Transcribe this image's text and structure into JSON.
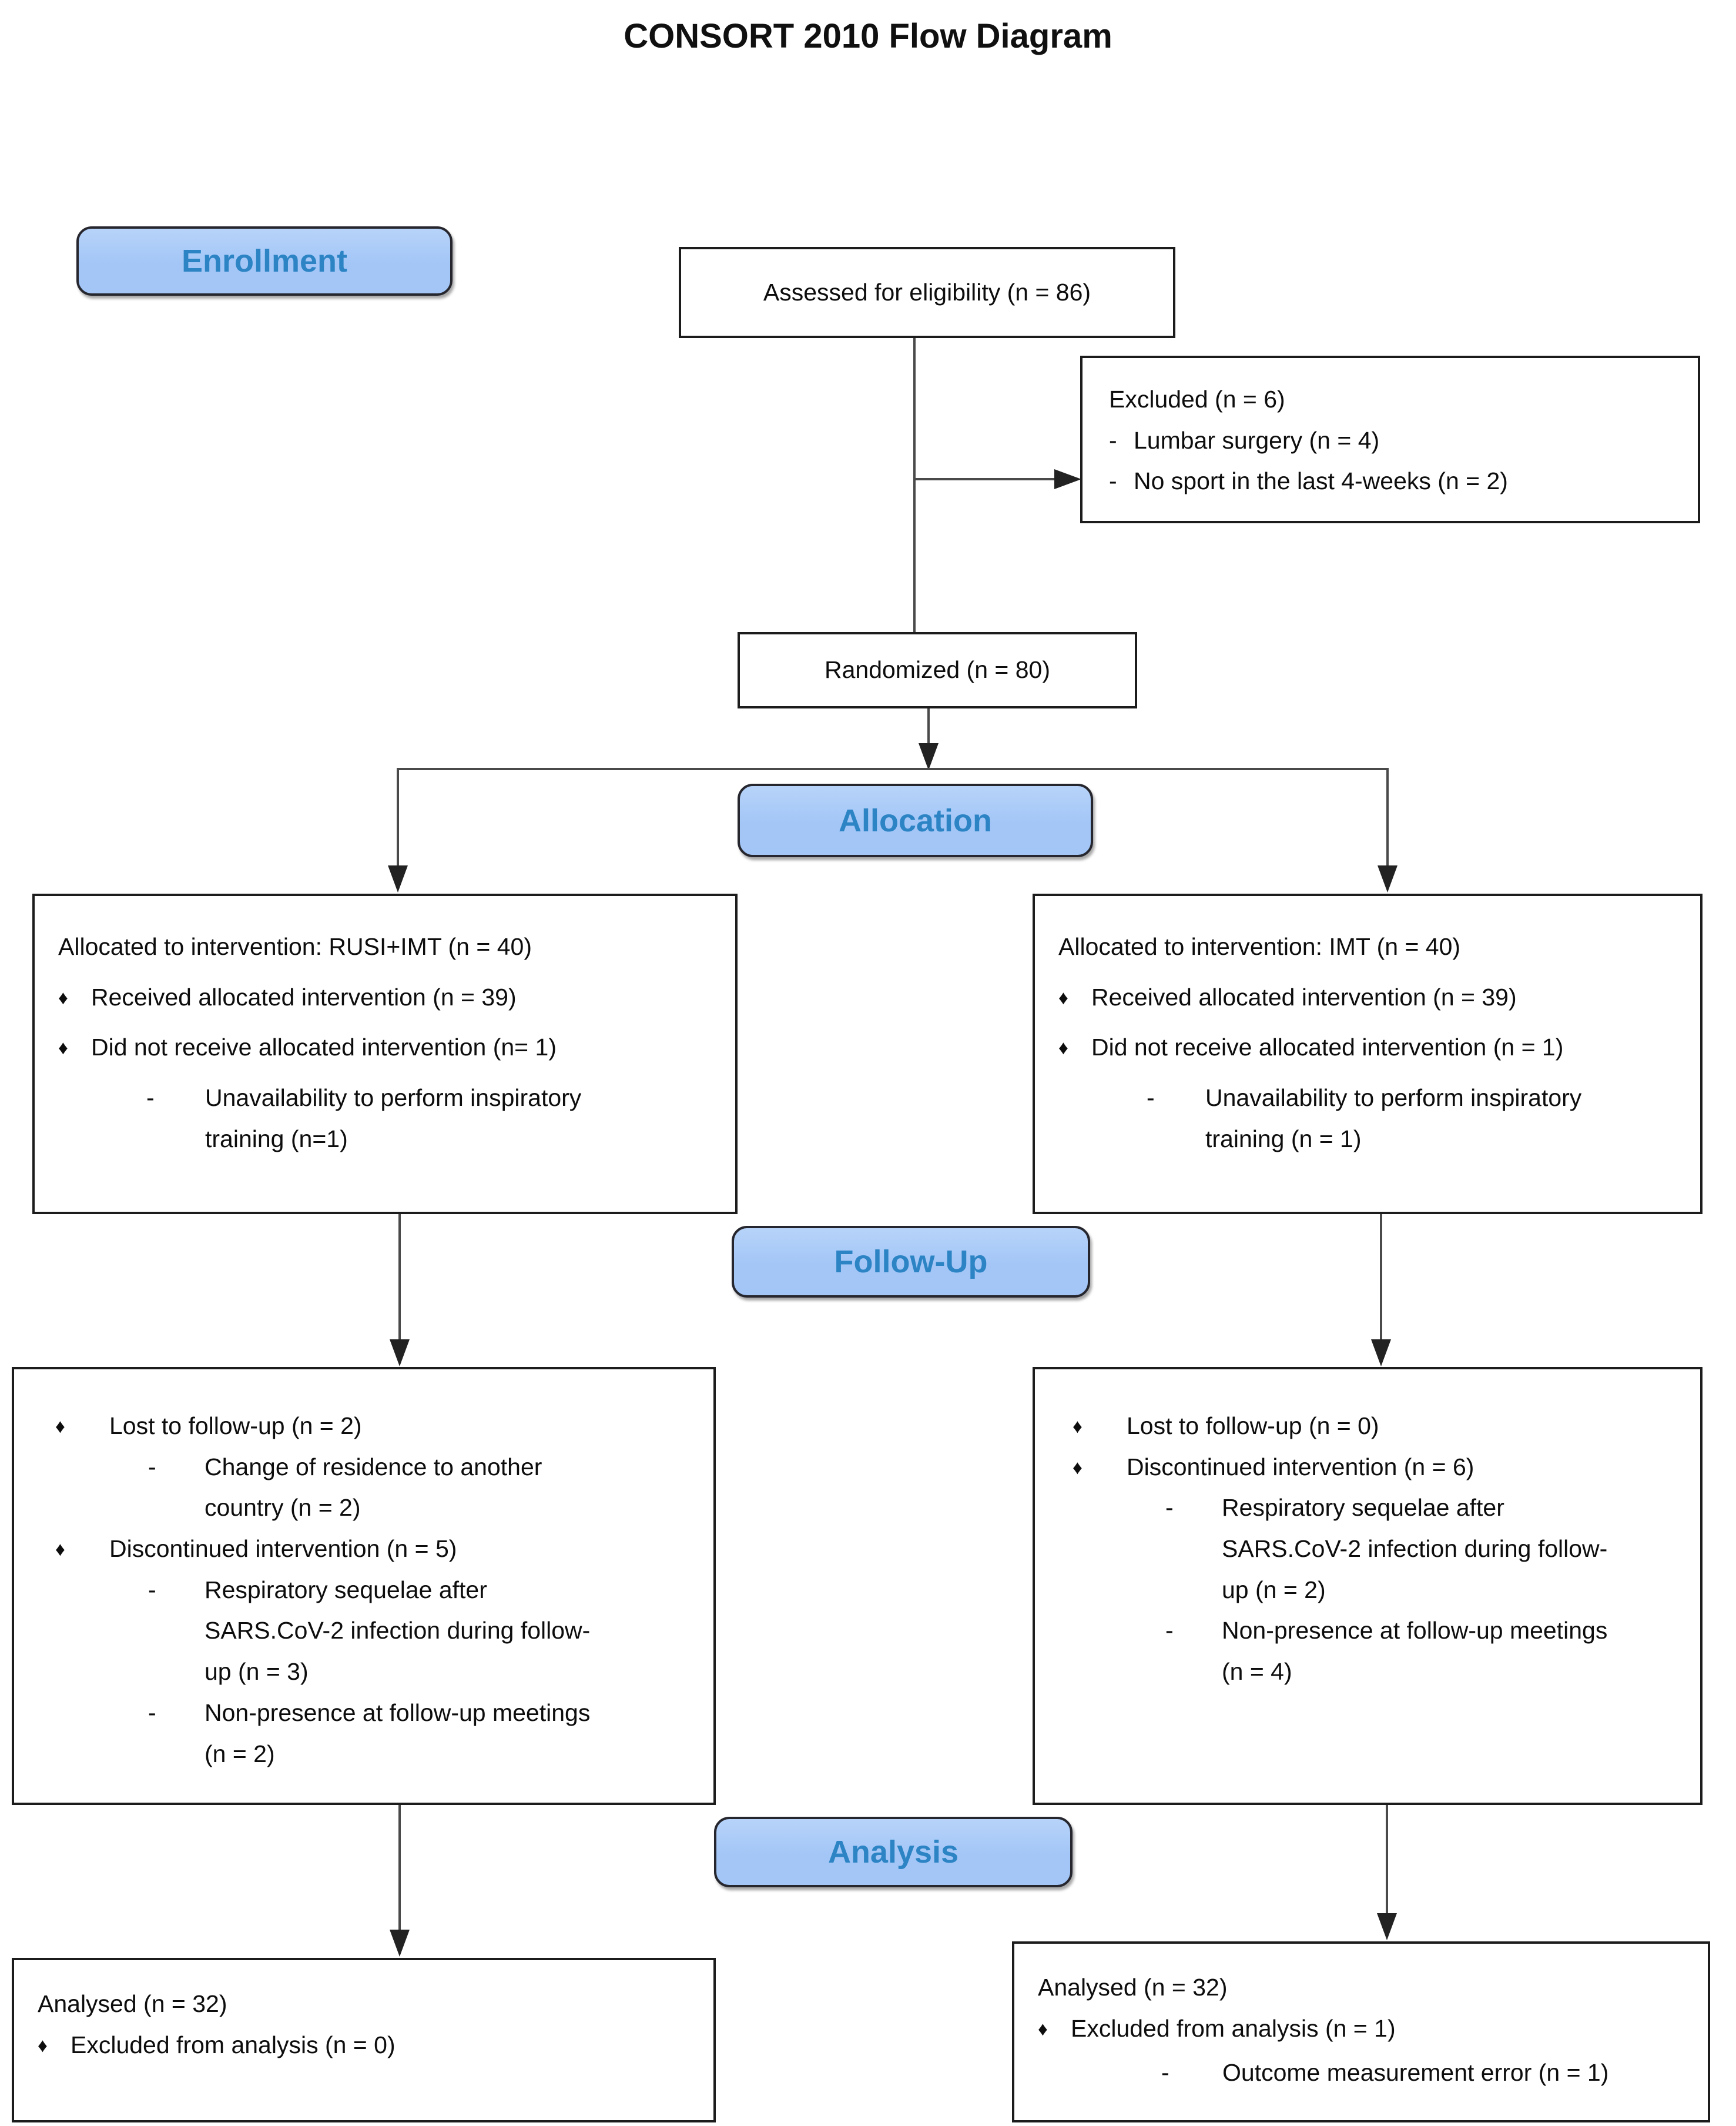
{
  "title": "CONSORT 2010 Flow Diagram",
  "colors": {
    "label_fill": "#A3C6F7",
    "label_text": "#2C84C4",
    "box_border": "#1C1C1C",
    "connector_line": "#4A4A4A"
  },
  "stage_labels": {
    "enrollment": "Enrollment",
    "allocation": "Allocation",
    "followup": "Follow-Up",
    "analysis": "Analysis"
  },
  "boxes": {
    "assessed": {
      "text": "Assessed for eligibility (n = 86)"
    },
    "excluded": {
      "lines": [
        {
          "m": "",
          "t": "Excluded (n = 6)"
        },
        {
          "m": "-",
          "t": "Lumbar surgery (n = 4)"
        },
        {
          "m": "-",
          "t": "No sport in the last 4-weeks (n = 2)"
        }
      ]
    },
    "randomized": {
      "text": "Randomized (n = 80)"
    },
    "alloc_left": {
      "lines": [
        {
          "m": "",
          "t": "Allocated to intervention: RUSI+IMT (n = 40)"
        },
        {
          "m": "♦",
          "t": "Received allocated intervention (n = 39)"
        },
        {
          "m": "♦",
          "t": "Did not receive allocated intervention (n= 1)"
        },
        {
          "m": "-",
          "t": "Unavailability to perform inspiratory training (n=1)"
        }
      ]
    },
    "alloc_right": {
      "lines": [
        {
          "m": "",
          "t": "Allocated to intervention: IMT (n = 40)"
        },
        {
          "m": "♦",
          "t": "Received allocated intervention (n = 39)"
        },
        {
          "m": "♦",
          "t": "Did not receive allocated intervention (n = 1)"
        },
        {
          "m": "-",
          "t": "Unavailability to perform inspiratory training (n = 1)"
        }
      ]
    },
    "followup_left": {
      "lines": [
        {
          "m": "♦",
          "t": "Lost to follow-up (n = 2)"
        },
        {
          "m": "-",
          "t": "Change of residence to another country (n = 2)"
        },
        {
          "m": "♦",
          "t": "Discontinued intervention (n = 5)"
        },
        {
          "m": "-",
          "t": "Respiratory sequelae after SARS.CoV-2 infection during follow-up (n = 3)"
        },
        {
          "m": "-",
          "t": "Non-presence at follow-up meetings (n = 2)"
        }
      ]
    },
    "followup_right": {
      "lines": [
        {
          "m": "♦",
          "t": "Lost to follow-up (n = 0)"
        },
        {
          "m": "♦",
          "t": "Discontinued intervention (n = 6)"
        },
        {
          "m": "-",
          "t": "Respiratory sequelae after SARS.CoV-2 infection during follow-up (n = 2)"
        },
        {
          "m": "-",
          "t": "Non-presence at follow-up meetings (n = 4)"
        }
      ]
    },
    "analysis_left": {
      "lines": [
        {
          "m": "",
          "t": "Analysed (n = 32)"
        },
        {
          "m": "♦",
          "t": "Excluded from analysis (n = 0)"
        }
      ]
    },
    "analysis_right": {
      "lines": [
        {
          "m": "",
          "t": "Analysed (n = 32)"
        },
        {
          "m": "♦",
          "t": "Excluded from analysis (n = 1)"
        },
        {
          "m": "-",
          "t": "Outcome measurement error (n = 1)"
        }
      ]
    }
  }
}
